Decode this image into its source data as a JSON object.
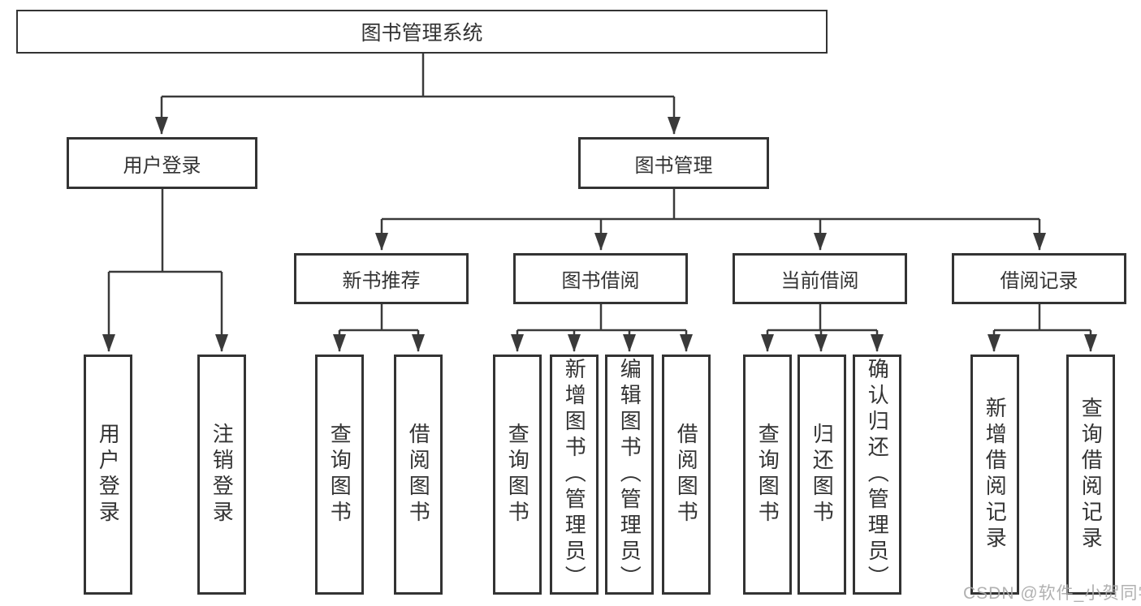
{
  "nodes": {
    "root": "图书管理系统",
    "user_login": "用户登录",
    "book_management": "图书管理",
    "new_book_recommend": "新书推荐",
    "book_borrowing": "图书借阅",
    "current_borrowing": "当前借阅",
    "borrowing_records": "借阅记录",
    "leaf_user_login": "用户登录",
    "leaf_logout": "注销登录",
    "nb_query": "查询图书",
    "nb_borrow": "借阅图书",
    "bb_query": "查询图书",
    "bb_add": "新增图书（管理员）",
    "bb_edit": "编辑图书（管理员）",
    "bb_borrow": "借阅图书",
    "cb_query": "查询图书",
    "cb_return": "归还图书",
    "cb_confirm": "确认归还（管理员）",
    "br_add": "新增借阅记录",
    "br_query": "查询借阅记录"
  },
  "hierarchy": {
    "图书管理系统": {
      "用户登录": [
        "用户登录",
        "注销登录"
      ],
      "图书管理": {
        "新书推荐": [
          "查询图书",
          "借阅图书"
        ],
        "图书借阅": [
          "查询图书",
          "新增图书（管理员）",
          "编辑图书（管理员）",
          "借阅图书"
        ],
        "当前借阅": [
          "查询图书",
          "归还图书",
          "确认归还（管理员）"
        ],
        "借阅记录": [
          "新增借阅记录",
          "查询借阅记录"
        ]
      }
    }
  },
  "watermark": "CSDN @软件_小贺同学",
  "colors": {
    "line": "#3a3a3a",
    "box_border": "#333333",
    "text": "#333333",
    "watermark": "#a8a8a8",
    "background": "#ffffff"
  }
}
